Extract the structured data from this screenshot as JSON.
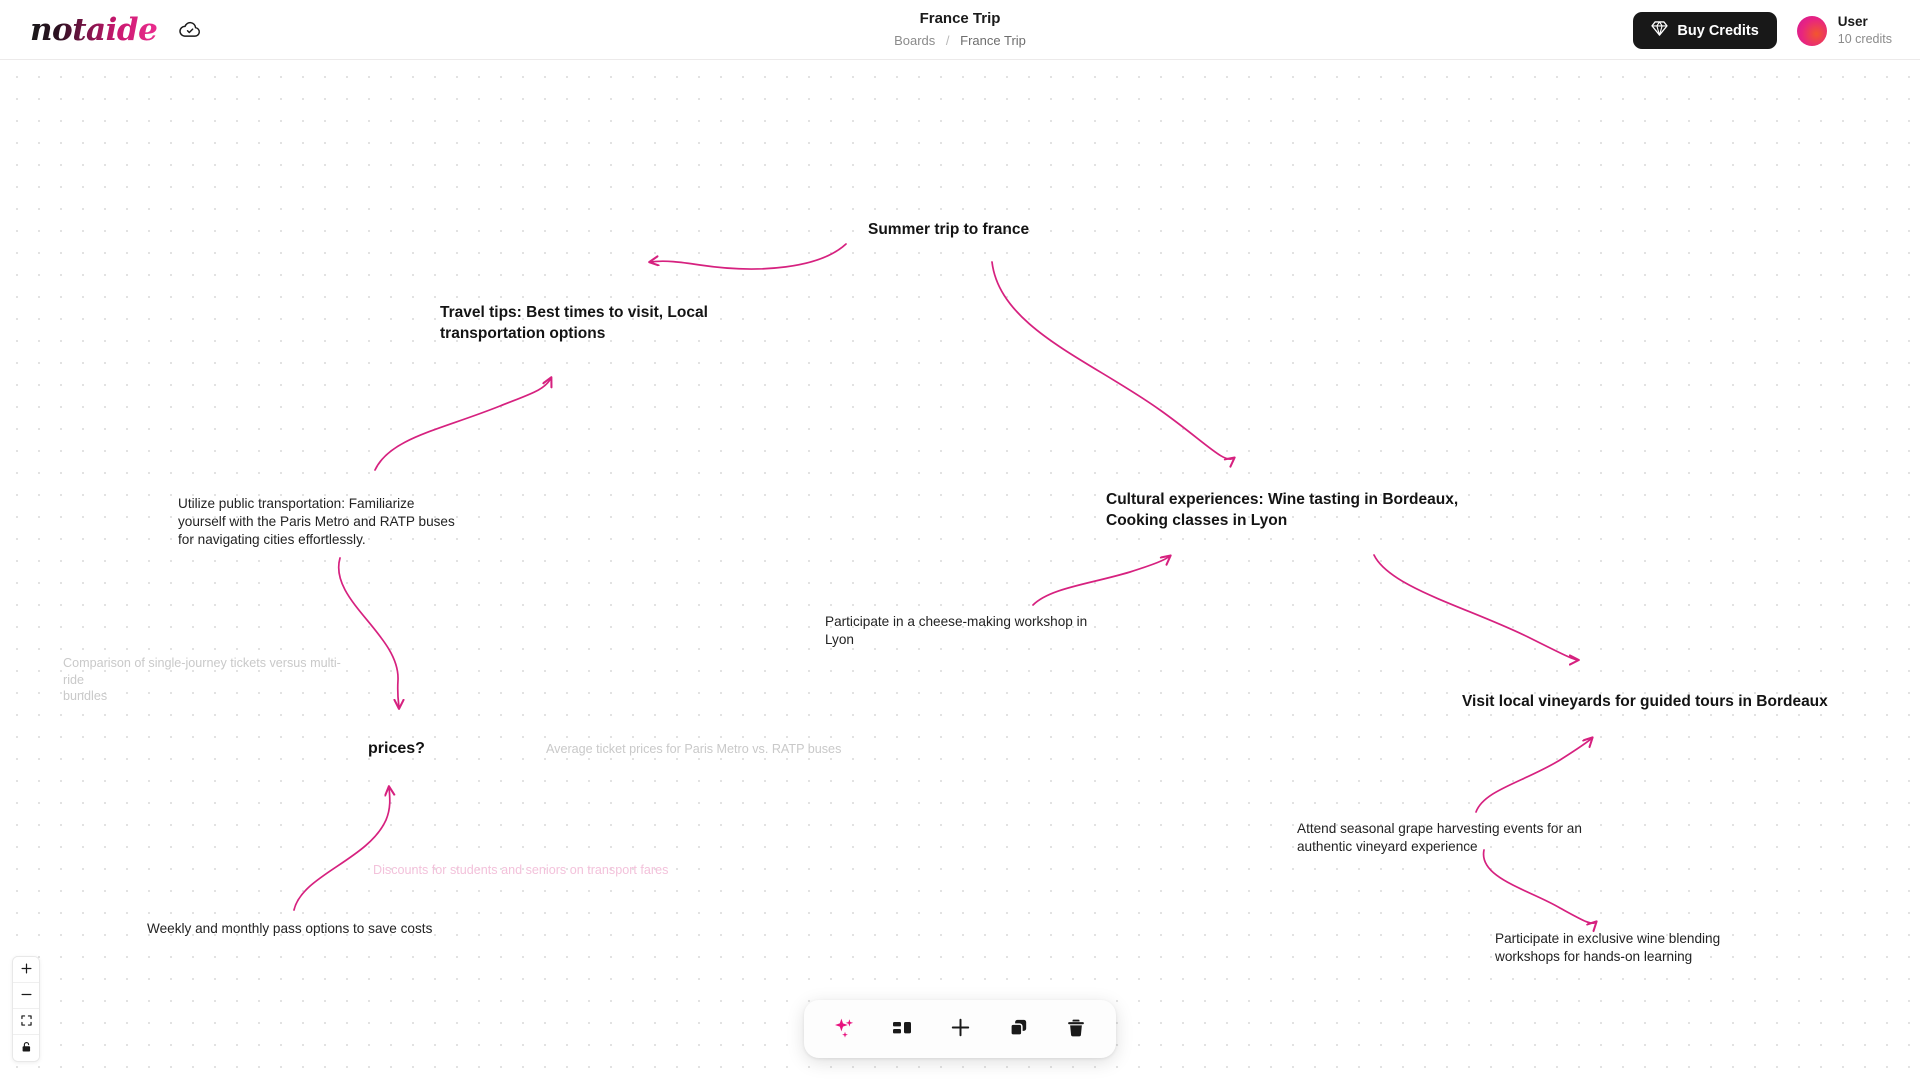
{
  "app": {
    "logo_text": "notaide",
    "cloud_icon": "cloud-check-icon"
  },
  "header": {
    "title": "France Trip",
    "breadcrumb": {
      "root": "Boards",
      "separator": "/",
      "current": "France Trip"
    },
    "buy_credits_label": "Buy Credits",
    "buy_credits_icon": "diamond-icon",
    "user": {
      "name": "User",
      "credits": "10 credits"
    },
    "accent_color": "#e8257f",
    "button_color": "#181818"
  },
  "canvas": {
    "nodes": [
      {
        "id": "root",
        "text": "Summer trip to france"
      },
      {
        "id": "n_travel_tips",
        "text": "Travel tips: Best times to visit, Local\ntransportation options"
      },
      {
        "id": "n_cultural",
        "text": "Cultural experiences: Wine tasting in Bordeaux,\nCooking classes in Lyon"
      },
      {
        "id": "n_public_transport",
        "text": "Utilize public transportation: Familiarize\nyourself with the Paris Metro and RATP buses\nfor navigating cities effortlessly."
      },
      {
        "id": "n_cheese",
        "text": "Participate in a cheese-making workshop in\nLyon"
      },
      {
        "id": "n_vineyards",
        "text": "Visit local vineyards for guided tours in Bordeaux"
      },
      {
        "id": "n_grape",
        "text": "Attend seasonal grape harvesting events for an\nauthentic vineyard experience"
      },
      {
        "id": "n_wine_blending",
        "text": "Participate in exclusive wine blending\nworkshops for hands-on learning"
      },
      {
        "id": "n_prices",
        "text": "prices?"
      },
      {
        "id": "n_weekly_pass",
        "text": "Weekly and monthly pass options to save costs"
      },
      {
        "id": "n_comparison",
        "text": "Comparison of single-journey tickets versus multi-ride\nbundles"
      },
      {
        "id": "n_avg_prices",
        "text": "Average ticket prices for Paris Metro vs. RATP buses"
      },
      {
        "id": "n_discounts",
        "text": "Discounts for students and seniors on transport fares"
      }
    ],
    "edge_color": "#d6217f",
    "dot_grid_color": "#d9d9d9"
  },
  "toolbar": {
    "items": [
      {
        "name": "ai-sparkles-icon",
        "label": "AI generate"
      },
      {
        "name": "layout-icon",
        "label": "Layout"
      },
      {
        "name": "add-icon",
        "label": "Add node"
      },
      {
        "name": "duplicate-icon",
        "label": "Duplicate"
      },
      {
        "name": "trash-icon",
        "label": "Delete"
      }
    ]
  },
  "zoom_controls": {
    "items": [
      {
        "name": "zoom-in-icon",
        "label": "Zoom in"
      },
      {
        "name": "zoom-out-icon",
        "label": "Zoom out"
      },
      {
        "name": "fit-view-icon",
        "label": "Fit view"
      },
      {
        "name": "lock-icon",
        "label": "Lock"
      }
    ]
  }
}
